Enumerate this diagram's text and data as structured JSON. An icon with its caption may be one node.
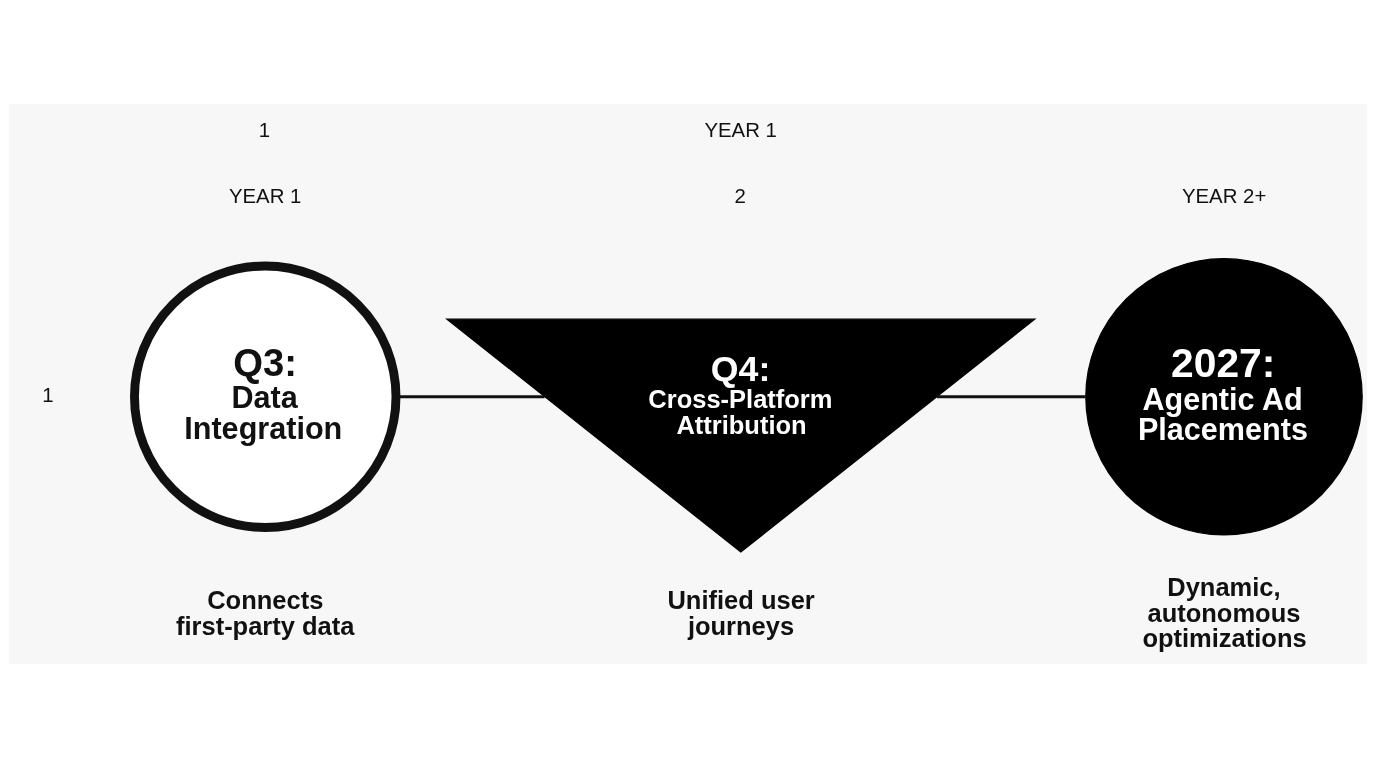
{
  "diagram": {
    "nodes": [
      {
        "text": [
          "Q3:",
          "Data Integration"
        ],
        "beside": [
          "YEAR 1",
          "Connects first-party data"
        ]
      },
      {
        "text": [
          "Q4:",
          "Cross-Platform Attribution"
        ],
        "beside": [
          "Unified user journeys"
        ]
      },
      {
        "text": [
          "2027:",
          "Agentic Ad Placements"
        ],
        "beside": [
          "YEAR 2+",
          "Dynamic, autonomous optimizations"
        ]
      }
    ],
    "edges": [
      {
        "from": 0,
        "to": 1,
        "arrow": "none"
      },
      {
        "from": 1,
        "to": 2,
        "arrow": "none"
      }
    ],
    "labels": [
      "1",
      "YEAR 1",
      "2",
      "1"
    ]
  }
}
